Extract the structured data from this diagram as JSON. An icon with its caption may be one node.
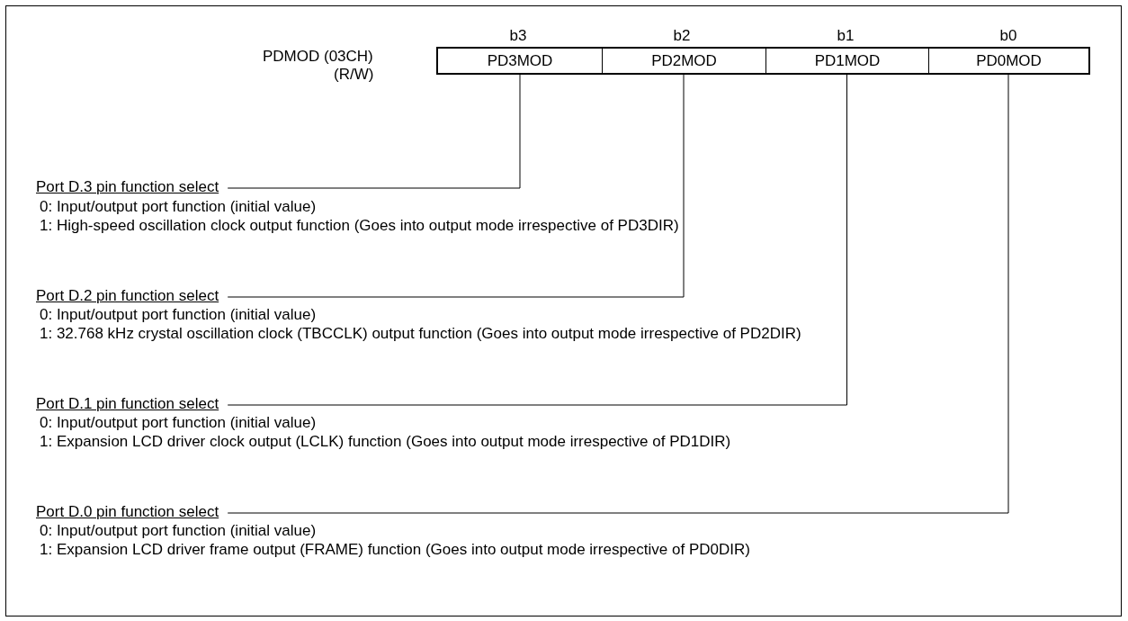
{
  "diagram": {
    "nodes": [
      {
        "text": [
          "PD3MOD"
        ],
        "beside": [
          "b3"
        ]
      },
      {
        "text": [
          "PD2MOD"
        ],
        "beside": [
          "b2"
        ]
      },
      {
        "text": [
          "PD1MOD"
        ],
        "beside": [
          "b1"
        ]
      },
      {
        "text": [
          "PD0MOD"
        ],
        "beside": [
          "b0"
        ]
      },
      {
        "text": [
          "Port D.3 pin function select"
        ]
      },
      {
        "text": [
          "Port D.2 pin function select"
        ]
      },
      {
        "text": [
          "Port D.1 pin function select"
        ]
      },
      {
        "text": [
          "Port D.0 pin function select"
        ]
      }
    ],
    "edges": [
      {
        "from": 0,
        "to": 4,
        "arrow": "none"
      },
      {
        "from": 1,
        "to": 5,
        "arrow": "none"
      },
      {
        "from": 2,
        "to": 6,
        "arrow": "none"
      },
      {
        "from": 3,
        "to": 7,
        "arrow": "none"
      }
    ],
    "labels": [
      "PDMOD (03CH)",
      "(R/W)",
      "0: Input/output port function (initial value)",
      "1: High-speed oscillation clock output function (Goes into output mode irrespective of PD3DIR)",
      "0: Input/output port function (initial value)",
      "1: 32.768 kHz crystal oscillation clock (TBCCLK) output function (Goes into output mode irrespective of PD2DIR)",
      "0: Input/output port function (initial value)",
      "1: Expansion LCD driver clock output (LCLK) function (Goes into output mode irrespective of PD1DIR)",
      "0: Input/output port function (initial value)",
      "1: Expansion LCD driver frame output (FRAME) function (Goes into output mode irrespective of PD0DIR)"
    ]
  }
}
